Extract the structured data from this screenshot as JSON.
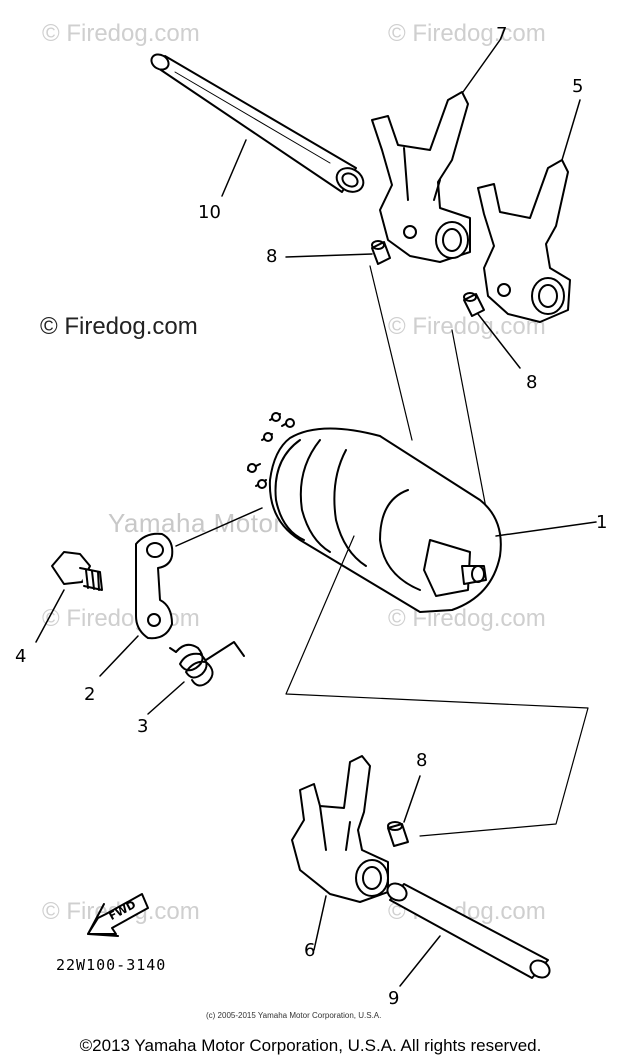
{
  "watermarks": {
    "firedog_gray": "© Firedog.com",
    "firedog_dark": "© Firedog.com",
    "center": "Yamaha Motor Corp. U.S.A."
  },
  "callouts": {
    "c1": "1",
    "c2": "2",
    "c3": "3",
    "c4": "4",
    "c5": "5",
    "c6": "6",
    "c7": "7",
    "c8a": "8",
    "c8b": "8",
    "c8c": "8",
    "c9": "9",
    "c10": "10"
  },
  "fwd_label": "FWD",
  "drawing_code": "22W100-3140",
  "small_copyright": "(c) 2005-2015 Yamaha Motor Corporation, U.S.A.",
  "footer": "©2013 Yamaha Motor Corporation, U.S.A. All rights reserved.",
  "colors": {
    "ink": "#000000",
    "watermark": "#cfcfcf"
  }
}
